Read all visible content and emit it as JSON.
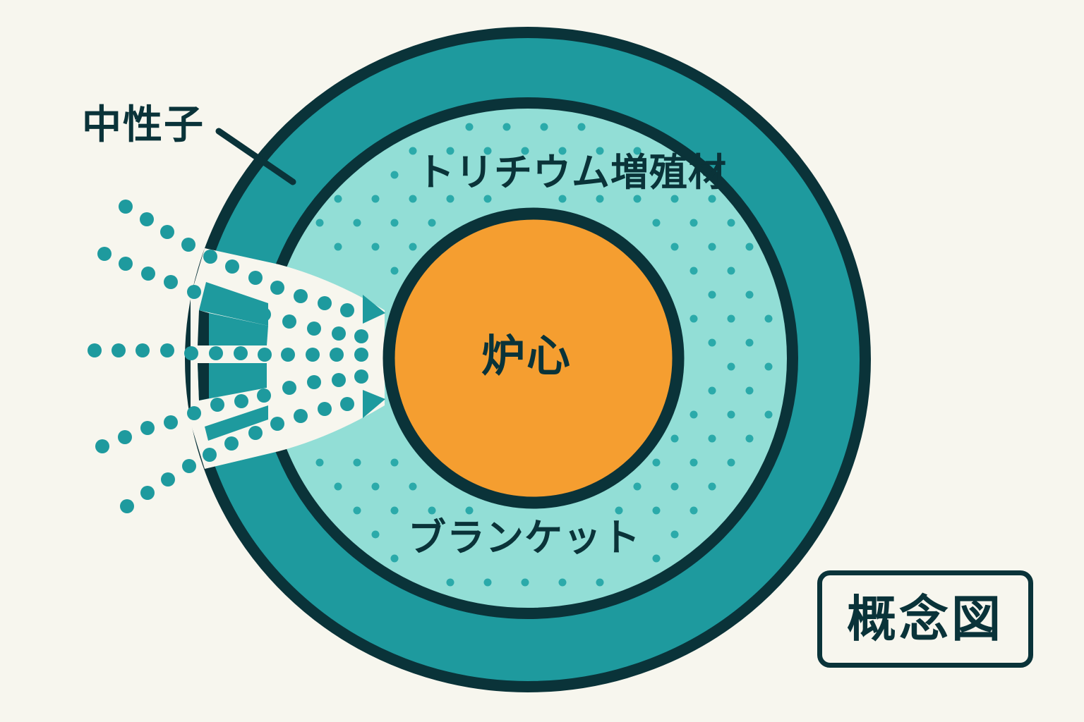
{
  "labels": {
    "neutron": "中性子",
    "breeding_material": "トリチウム増殖材",
    "core": "炉心",
    "blanket": "ブランケット",
    "concept_badge": "概念図"
  },
  "colors": {
    "background": "#F7F6EE",
    "outline": "#0A3339",
    "outer_ring": "#1E9A9E",
    "blanket_fill": "#92DED6",
    "blanket_dots": "#2BAAAA",
    "core_fill": "#F59E30",
    "neutron_dots": "#1E9A9E"
  },
  "icons": {
    "neutron_flow": "dotted-arrow-stream",
    "arrowhead": "triangle-right"
  }
}
